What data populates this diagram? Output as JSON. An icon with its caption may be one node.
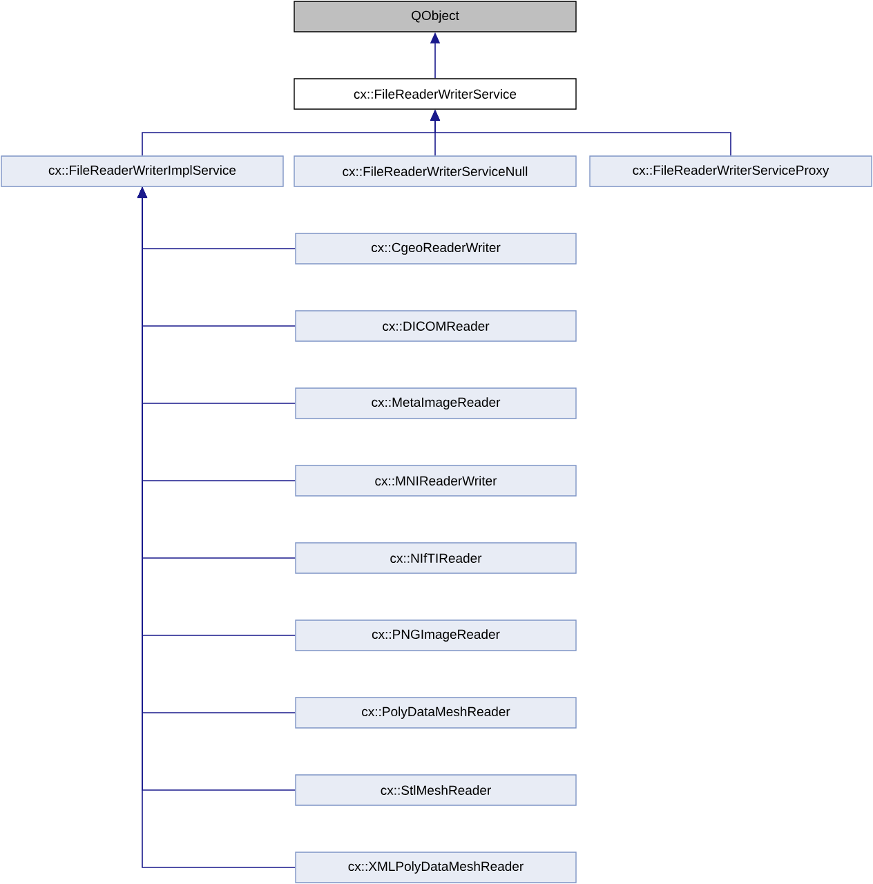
{
  "diagram": {
    "nodes": [
      {
        "text": [
          "QObject"
        ]
      },
      {
        "text": [
          "cx::FileReaderWriterService"
        ]
      },
      {
        "text": [
          "cx::FileReaderWriterImplService"
        ]
      },
      {
        "text": [
          "cx::FileReaderWriterServiceNull"
        ]
      },
      {
        "text": [
          "cx::FileReaderWriterServiceProxy"
        ]
      },
      {
        "text": [
          "cx::CgeoReaderWriter"
        ]
      },
      {
        "text": [
          "cx::DICOMReader"
        ]
      },
      {
        "text": [
          "cx::MetaImageReader"
        ]
      },
      {
        "text": [
          "cx::MNIReaderWriter"
        ]
      },
      {
        "text": [
          "cx::NIfTIReader"
        ]
      },
      {
        "text": [
          "cx::PNGImageReader"
        ]
      },
      {
        "text": [
          "cx::PolyDataMeshReader"
        ]
      },
      {
        "text": [
          "cx::StlMeshReader"
        ]
      },
      {
        "text": [
          "cx::XMLPolyDataMeshReader"
        ]
      }
    ],
    "edges": [
      {
        "from": 1,
        "to": 0,
        "arrow": "to"
      },
      {
        "from": 2,
        "to": 1,
        "arrow": "to"
      },
      {
        "from": 3,
        "to": 1,
        "arrow": "to"
      },
      {
        "from": 4,
        "to": 1,
        "arrow": "to"
      },
      {
        "from": 5,
        "to": 2,
        "arrow": "to"
      },
      {
        "from": 6,
        "to": 2,
        "arrow": "to"
      },
      {
        "from": 7,
        "to": 2,
        "arrow": "to"
      },
      {
        "from": 8,
        "to": 2,
        "arrow": "to"
      },
      {
        "from": 9,
        "to": 2,
        "arrow": "to"
      },
      {
        "from": 10,
        "to": 2,
        "arrow": "to"
      },
      {
        "from": 11,
        "to": 2,
        "arrow": "to"
      },
      {
        "from": 12,
        "to": 2,
        "arrow": "to"
      },
      {
        "from": 13,
        "to": 2,
        "arrow": "to"
      }
    ]
  }
}
